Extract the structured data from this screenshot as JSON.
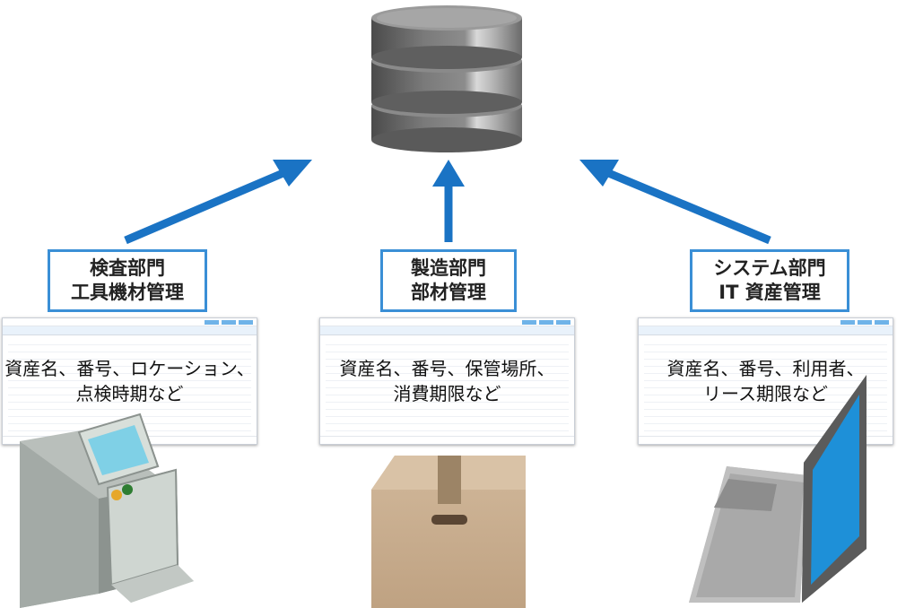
{
  "departments": [
    {
      "title_line1": "検査部門",
      "title_line2": "工具機材管理",
      "info_line1": "資産名、番号、ロケーション、",
      "info_line2": "点検時期など",
      "device": "machine-icon"
    },
    {
      "title_line1": "製造部門",
      "title_line2": "部材管理",
      "info_line1": "資産名、番号、保管場所、",
      "info_line2": "消費期限など",
      "device": "cardboard-box-icon"
    },
    {
      "title_line1": "システム部門",
      "title_line2": "IT 資産管理",
      "info_line1": "資産名、番号、利用者、",
      "info_line2": "リース期限など",
      "device": "laptop-icon"
    }
  ],
  "colors": {
    "accent_blue": "#1a73c4",
    "label_border": "#3a8fd6",
    "database": "#6e6e6e",
    "machine_body": "#9aa19d",
    "box": "#c8ac8c",
    "laptop_screen": "#1e90d8"
  }
}
